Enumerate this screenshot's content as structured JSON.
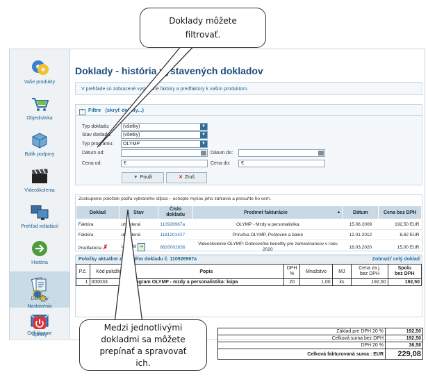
{
  "callout_top": "Doklady môžete\nfiltrovať.",
  "callout_bottom": "Medzi jednotlivými\ndokladmi sa môžete\nprepínať a spravovať\nich.",
  "sidebar": {
    "items": [
      {
        "label": "Vaše produkty",
        "icon": "disc-icon"
      },
      {
        "label": "Objednávka",
        "icon": "cart-icon"
      },
      {
        "label": "Balík podpory",
        "icon": "package-icon"
      },
      {
        "label": "Videoškolenia",
        "icon": "clapperboard-icon"
      },
      {
        "label": "Prehľad inštalácií",
        "icon": "monitors-icon"
      },
      {
        "label": "História",
        "icon": "history-icon"
      },
      {
        "label": "Doklady",
        "icon": "documents-icon"
      },
      {
        "label": "Správy",
        "icon": "envelope-icon"
      },
      {
        "label": "Nastavenia",
        "icon": "gears-icon"
      },
      {
        "label": "Odhlásenie",
        "icon": "logout-icon"
      }
    ],
    "active_index": 6
  },
  "page": {
    "title": "Doklady - história vystavených dokladov",
    "info": "V prehľade sú zobrazené vystavené faktúry a predfaktúry k vašim produktom."
  },
  "filter": {
    "header": "Filtre",
    "toggle_link": "(skryť detaily...)",
    "doc_type_label": "Typ dokladu:",
    "doc_type_value": "(všetky)",
    "doc_state_label": "Stav dokladu:",
    "doc_state_value": "(všetky)",
    "program_type_label": "Typ programu:",
    "program_type_value": "OLYMP",
    "date_from_label": "Dátum od:",
    "date_to_label": "Dátum do:",
    "price_from_label": "Cena od:",
    "price_to_label": "Cena do:",
    "currency_symbol": "€",
    "apply_button": "Použi",
    "cancel_button": "Zruš"
  },
  "grouping_note": "Zoskupenie položiek podľa vybraného stĺpca – uchopte myšou jeho záhlavie a presuňte ho sem.",
  "doc_table": {
    "columns": [
      "Doklad",
      "Stav",
      "Číslo\ndokladu",
      "Predmet fakturácie",
      "Dátum",
      "Cena bez DPH"
    ],
    "rows": [
      {
        "doklad": "Faktúra",
        "stav": "uhradená",
        "cislo": "110926967a",
        "predmet": "OLYMP - Mzdy a personalistika",
        "datum": "15.06.2009",
        "cena": "192,50 EUR"
      },
      {
        "doklad": "Faktúra",
        "stav": "uhradená",
        "cislo": "1181201427",
        "predmet": "Príručka OLYMP, Poštovné a balné",
        "datum": "12.01.2012",
        "cena": "8,82 EUR"
      },
      {
        "doklad": "Predfaktúra",
        "stav": "Uhradiť",
        "cislo": "8820002836",
        "predmet": "Videoškolenie OLYMP: Dobrovoľné benefity pre zamestnancov v roku 2020",
        "datum": "18.03.2020",
        "cena": "15,00 EUR"
      }
    ]
  },
  "items": {
    "header": "Položky aktuálne zvoleného dokladu č. 110926967a",
    "show_full": "Zobraziť celý doklad",
    "columns": [
      "P.č.",
      "Kód položky",
      "Popis",
      "DPH\n%",
      "Množstvo",
      "MJ",
      "Cena za j.\nbez DPH",
      "Spolu\nbez DPH"
    ],
    "row": {
      "pc": "1",
      "kod": "000033",
      "popis": "Program OLYMP - mzdy a personalistika: kúpa",
      "dph": "20",
      "mnozstvo": "1,00",
      "mj": "ks",
      "cena": "192,50",
      "spolu": "192,50"
    }
  },
  "summary": [
    {
      "label": "Základ pre DPH 20 %",
      "value": "192,50"
    },
    {
      "label": "Celková suma bez DPH",
      "value": "192,50"
    },
    {
      "label": "DPH 20 %",
      "value": "36,58"
    },
    {
      "label": "Celková fakturovaná suma : EUR",
      "value": "229,08"
    }
  ]
}
